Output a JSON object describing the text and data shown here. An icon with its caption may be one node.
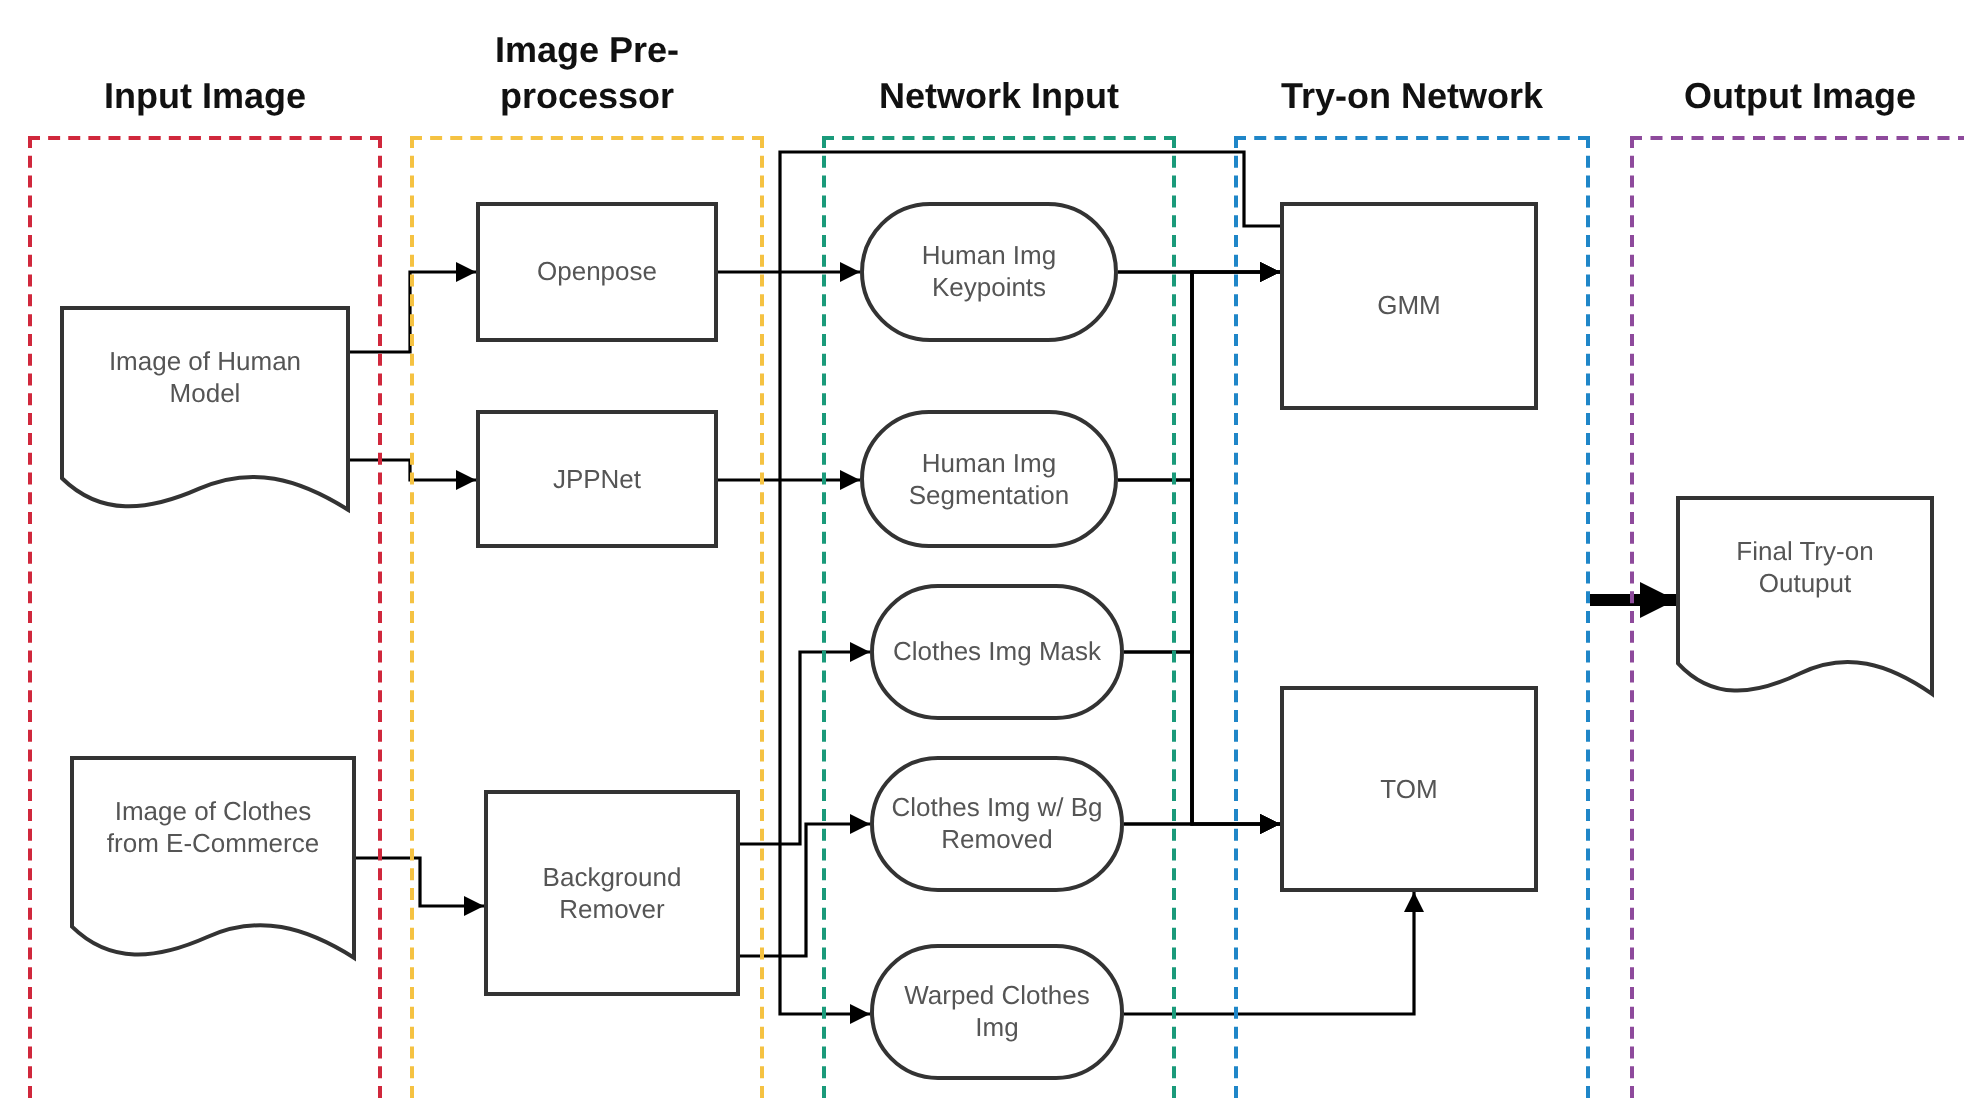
{
  "diagram": {
    "nodes": [
      {
        "text": [
          "Input Image"
        ]
      },
      {
        "text": [
          "Image Pre-processor"
        ]
      },
      {
        "text": [
          "Network Input"
        ]
      },
      {
        "text": [
          "Try-on Network"
        ]
      },
      {
        "text": [
          "Output Image"
        ]
      },
      {
        "text": [
          "Image of Human Model"
        ],
        "in": 0
      },
      {
        "text": [
          "Image of Clothes from E-Commerce"
        ],
        "in": 0
      },
      {
        "text": [
          "Openpose"
        ],
        "in": 1
      },
      {
        "text": [
          "JPPNet"
        ],
        "in": 1
      },
      {
        "text": [
          "Background Remover"
        ],
        "in": 1
      },
      {
        "text": [
          "Human Img Keypoints"
        ],
        "in": 2
      },
      {
        "text": [
          "Human Img Segmentation"
        ],
        "in": 2
      },
      {
        "text": [
          "Clothes Img Mask"
        ],
        "in": 2
      },
      {
        "text": [
          "Clothes Img w/ Bg Removed"
        ],
        "in": 2
      },
      {
        "text": [
          "Warped Clothes Img"
        ],
        "in": 2
      },
      {
        "text": [
          "GMM"
        ],
        "in": 3
      },
      {
        "text": [
          "TOM"
        ],
        "in": 3
      },
      {
        "text": [
          "Final Try-on Outuput"
        ],
        "in": 4
      }
    ],
    "edges": [
      {
        "from": 5,
        "to": 7,
        "arrow": "to"
      },
      {
        "from": 5,
        "to": 8,
        "arrow": "to"
      },
      {
        "from": 6,
        "to": 9,
        "arrow": "to"
      },
      {
        "from": 7,
        "to": 10,
        "arrow": "to"
      },
      {
        "from": 8,
        "to": 11,
        "arrow": "to"
      },
      {
        "from": 9,
        "to": 12,
        "arrow": "to"
      },
      {
        "from": 9,
        "to": 13,
        "arrow": "to"
      },
      {
        "from": 15,
        "to": 14,
        "arrow": "to"
      },
      {
        "from": 10,
        "to": 15,
        "arrow": "to"
      },
      {
        "from": 11,
        "to": 15,
        "arrow": "to"
      },
      {
        "from": 12,
        "to": 15,
        "arrow": "to"
      },
      {
        "from": 13,
        "to": 15,
        "arrow": "to"
      },
      {
        "from": 10,
        "to": 16,
        "arrow": "to"
      },
      {
        "from": 11,
        "to": 16,
        "arrow": "to"
      },
      {
        "from": 12,
        "to": 16,
        "arrow": "to"
      },
      {
        "from": 13,
        "to": 16,
        "arrow": "to"
      },
      {
        "from": 14,
        "to": 16,
        "arrow": "to"
      },
      {
        "from": 3,
        "to": 17,
        "arrow": "to",
        "style": "thick"
      }
    ]
  }
}
